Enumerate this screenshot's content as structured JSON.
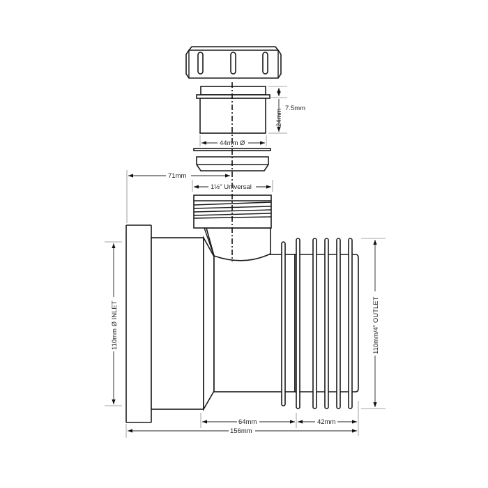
{
  "dimensions": {
    "collar_height": "7.5mm",
    "fitting_height": "24mm",
    "fitting_diameter": "44mm Ø",
    "offset": "71mm",
    "thread": "1½\" Universal",
    "inlet": "110mm Ø INLET",
    "outlet": "110mm/4\" OUTLET",
    "body_length": "64mm",
    "outlet_length": "42mm",
    "overall_length": "156mm"
  },
  "colors": {
    "line": "#1a1a1a",
    "dimension": "#888888"
  }
}
